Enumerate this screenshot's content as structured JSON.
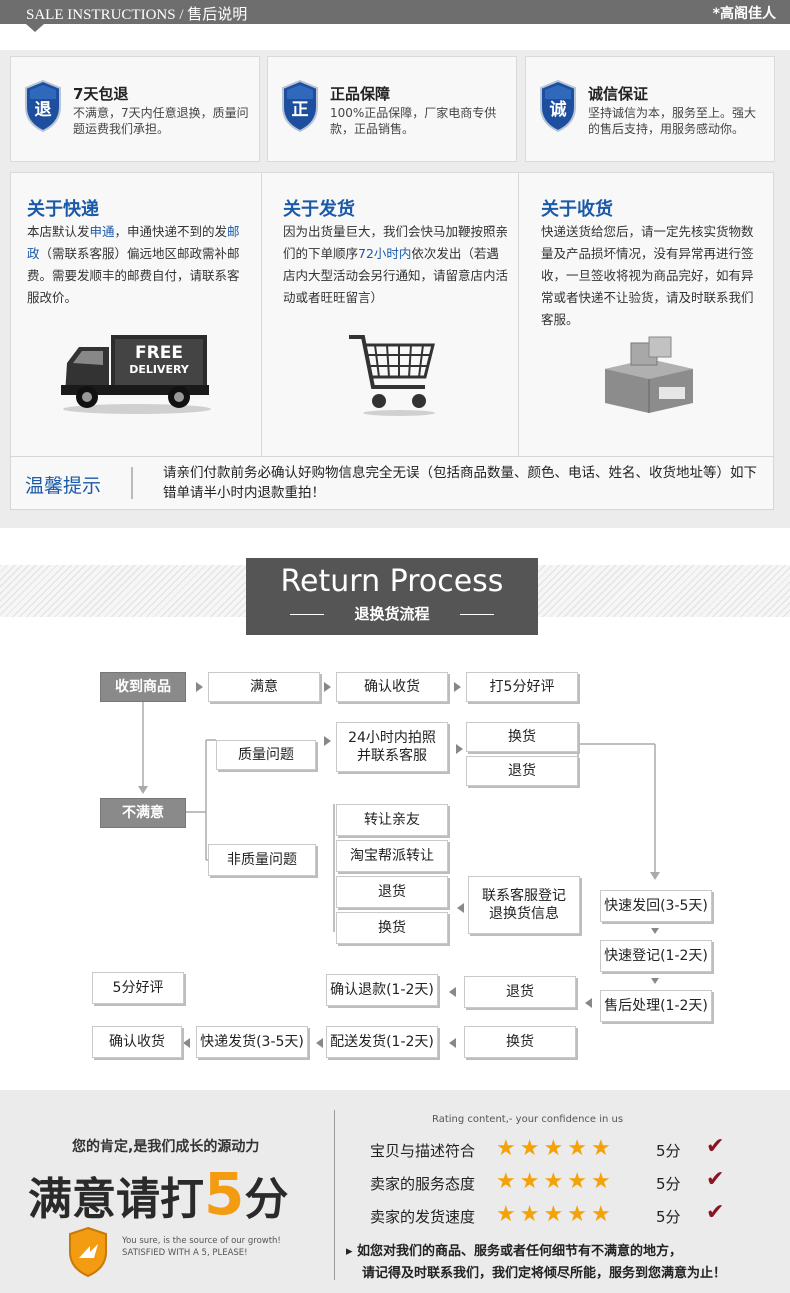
{
  "header": {
    "title": "SALE INSTRUCTIONS / 售后说明",
    "brand": "*高阁佳人"
  },
  "guarantees": [
    {
      "badge": "退",
      "title": "7天包退",
      "desc": "不满意，7天内任意退换，质量问题运费我们承担。"
    },
    {
      "badge": "正",
      "title": "正品保障",
      "desc": "100%正品保障，厂家电商专供款，正品销售。"
    },
    {
      "badge": "诚",
      "title": "诚信保证",
      "desc": "坚持诚信为本，服务至上。强大的售后支持，用服务感动你。"
    }
  ],
  "info": {
    "express": {
      "title": "关于快递",
      "p1": "本店默认发",
      "hl1": "申通",
      "p2": "，申通快递不到的发",
      "hl2": "邮政",
      "p3": "（需联系客服）偏远地区邮政需补邮费。需要发顺丰的邮费自付，请联系客服改价。",
      "truck_line1": "FREE",
      "truck_line2": "DELIVERY"
    },
    "shipping": {
      "title": "关于发货",
      "p1": "因为出货量巨大，我们会快马加鞭按照亲们的下单顺序",
      "hl": "72小时内",
      "p2": "依次发出（若遇店内大型活动会另行通知，请留意店内活动或者旺旺留言）"
    },
    "receiving": {
      "title": "关于收货",
      "text": "快递送货给您后，请一定先核实货物数量及产品损坏情况，没有异常再进行签收，一旦签收将视为商品完好，如有异常或者快递不让验货，请及时联系我们客服。"
    }
  },
  "tip": {
    "label": "温馨提示",
    "text": "请亲们付款前务必确认好购物信息完全无误（包括商品数量、颜色、电话、姓名、收货地址等）如下错单请半小时内退款重拍！"
  },
  "return_process": {
    "title_en": "Return Process",
    "title_cn": "退换货流程"
  },
  "flow": {
    "received": "收到商品",
    "satisfied": "满意",
    "confirm1": "确认收货",
    "rate": "打5分好评",
    "unsatisfied": "不满意",
    "quality": "质量问题",
    "photo_l1": "24小时内拍照",
    "photo_l2": "并联系客服",
    "exchange1": "换货",
    "return1": "退货",
    "nonquality": "非质量问题",
    "transfer": "转让亲友",
    "taobao": "淘宝帮派转让",
    "return2": "退货",
    "exchange2": "换货",
    "contact_l1": "联系客服登记",
    "contact_l2": "退换货信息",
    "ship_back": "快速发回(3-5天)",
    "register": "快速登记(1-2天)",
    "aftersale": "售后处理(1-2天)",
    "return3": "退货",
    "refund": "确认退款(1-2天)",
    "five": "5分好评",
    "exchange3": "换货",
    "dispatch": "配送发货(1-2天)",
    "express": "快递发货(3-5天)",
    "confirm2": "确认收货"
  },
  "rating": {
    "tagline": "您的肯定,是我们成长的源动力",
    "big_pre": "满意请打",
    "big_num": "5",
    "big_post": "分",
    "en1": "You sure, is the source of our growth!",
    "en2": "SATISFIED WITH A 5, PLEASE!",
    "header": "Rating content,- your confidence in us",
    "rows": [
      {
        "label": "宝贝与描述符合",
        "score": "5分"
      },
      {
        "label": "卖家的服务态度",
        "score": "5分"
      },
      {
        "label": "卖家的发货速度",
        "score": "5分"
      }
    ],
    "foot1": "▸ 如您对我们的商品、服务或者任何细节有不满意的地方，",
    "foot2": "请记得及时联系我们，我们定将倾尽所能，服务到您满意为止！"
  }
}
